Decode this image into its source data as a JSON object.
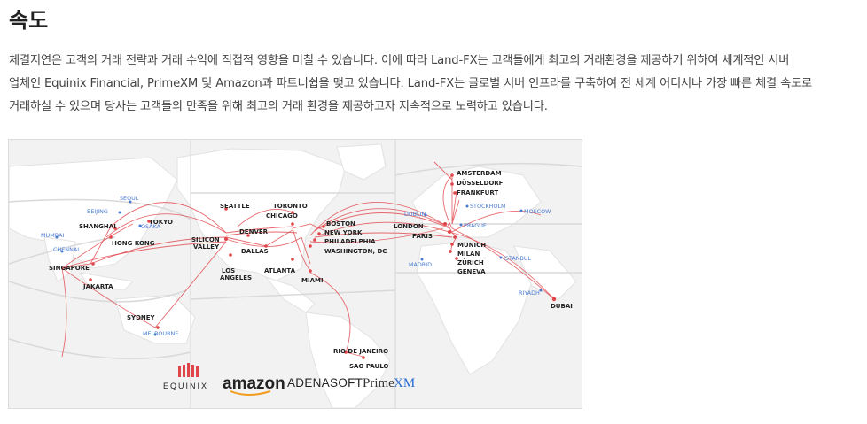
{
  "section": {
    "title": "속도",
    "paragraph": [
      "체결지연은 고객의 거래 전략과 거래 수익에 직접적 영향을 미칠 수 있습니다. 이에 따라 Land-FX는 고객들에게 최고의 거래환경을 제공하기 위하여 세계적인 서버",
      "업체인 Equinix Financial, PrimeXM 및 Amazon과 파트너쉽을 맺고 있습니다. Land-FX는 글로벌 서버 인프라를 구축하여 전 세계 어디서나 가장 빠른 체결 속도로",
      "거래하실 수 있으며 당사는 고객들의 만족을 위해 최고의 거래 환경을 제공하고자 지속적으로 노력하고 있습니다."
    ]
  },
  "map": {
    "line_color": "#e0454a",
    "node_color": "#e0454a",
    "blue_color": "#4a7bd0",
    "cities_main": [
      {
        "id": "amsterdam",
        "label": "AMSTERDAM"
      },
      {
        "id": "dusseldorf",
        "label": "DÜSSELDORF"
      },
      {
        "id": "frankfurt",
        "label": "FRANKFURT"
      },
      {
        "id": "london",
        "label": "LONDON"
      },
      {
        "id": "paris",
        "label": "PARIS"
      },
      {
        "id": "munich",
        "label": "MUNICH"
      },
      {
        "id": "milan",
        "label": "MILAN"
      },
      {
        "id": "zurich",
        "label": "ZÜRICH"
      },
      {
        "id": "geneva",
        "label": "GENEVA"
      },
      {
        "id": "dubai",
        "label": "DUBAI"
      },
      {
        "id": "seattle",
        "label": "SEATTLE"
      },
      {
        "id": "toronto",
        "label": "TORONTO"
      },
      {
        "id": "chicago",
        "label": "CHICAGO"
      },
      {
        "id": "boston",
        "label": "BOSTON"
      },
      {
        "id": "newyork",
        "label": "NEW YORK"
      },
      {
        "id": "philadelphia",
        "label": "PHILADELPHIA"
      },
      {
        "id": "washington",
        "label": "WASHINGTON, DC"
      },
      {
        "id": "denver",
        "label": "DENVER"
      },
      {
        "id": "siliconvalley1",
        "label": "SILICON"
      },
      {
        "id": "siliconvalley2",
        "label": "VALLEY"
      },
      {
        "id": "dallas",
        "label": "DALLAS"
      },
      {
        "id": "atlanta",
        "label": "ATLANTA"
      },
      {
        "id": "losangeles1",
        "label": "LOS"
      },
      {
        "id": "losangeles2",
        "label": "ANGELES"
      },
      {
        "id": "miami",
        "label": "MIAMI"
      },
      {
        "id": "riodejaneiro",
        "label": "RIO DE JANEIRO"
      },
      {
        "id": "saopaulo",
        "label": "SAO PAULO"
      },
      {
        "id": "tokyo",
        "label": "TOKYO"
      },
      {
        "id": "shanghai",
        "label": "SHANGHAI"
      },
      {
        "id": "hongkong",
        "label": "HONG KONG"
      },
      {
        "id": "singapore",
        "label": "SINGAPORE"
      },
      {
        "id": "jakarta",
        "label": "JAKARTA"
      },
      {
        "id": "sydney",
        "label": "SYDNEY"
      }
    ],
    "cities_secondary": [
      {
        "id": "stockholm",
        "label": "STOCKHOLM"
      },
      {
        "id": "moscow",
        "label": "MOSCOW"
      },
      {
        "id": "dublin",
        "label": "DUBLIN"
      },
      {
        "id": "prague",
        "label": "PRAGUE"
      },
      {
        "id": "istanbul",
        "label": "ISTANBUL"
      },
      {
        "id": "madrid",
        "label": "MADRID"
      },
      {
        "id": "riyadh",
        "label": "RIYADH"
      },
      {
        "id": "seoul",
        "label": "SEOUL"
      },
      {
        "id": "beijing",
        "label": "BEIJING"
      },
      {
        "id": "osaka",
        "label": "OSAKA"
      },
      {
        "id": "mumbai",
        "label": "MUMBAI"
      },
      {
        "id": "chennai",
        "label": "CHENNAI"
      },
      {
        "id": "melbourne",
        "label": "MELBOURNE"
      }
    ]
  },
  "partners": {
    "equinix": "EQUINIX",
    "amazon": "amazon",
    "adenasoft": "ADENASOFT",
    "primexm_a": "Prime",
    "primexm_b": "XM"
  }
}
